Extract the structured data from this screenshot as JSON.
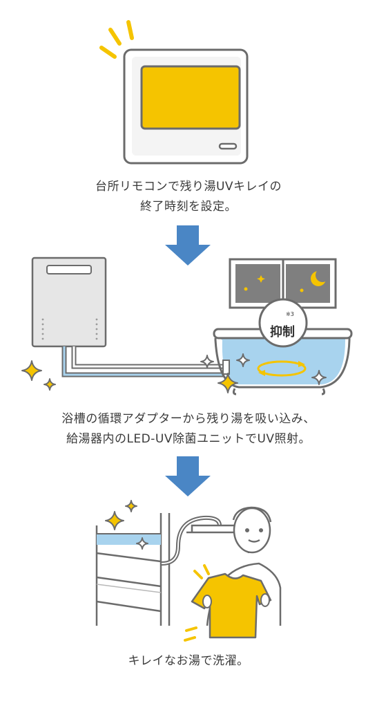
{
  "step1": {
    "caption_line1": "台所リモコンで残り湯UVキレイの",
    "caption_line2": "終了時刻を設定。"
  },
  "step2": {
    "caption_line1": "浴槽の循環アダプターから残り湯を吸い込み、",
    "caption_line2": "給湯器内のLED-UV除菌ユニットでUV照射。",
    "badge_label": "抑制",
    "badge_note": "※3"
  },
  "step3": {
    "caption": "キレイなお湯で洗濯。"
  },
  "colors": {
    "accent_yellow": "#f5c400",
    "arrow_blue": "#4a86c5",
    "water_blue": "#a8d3ee",
    "line_gray": "#6b6b6b"
  },
  "icons": [
    "remote-controller-icon",
    "down-arrow-icon",
    "water-heater-icon",
    "bathtub-icon",
    "window-night-icon",
    "sparkle-icon",
    "washing-person-icon",
    "t-shirt-icon"
  ]
}
